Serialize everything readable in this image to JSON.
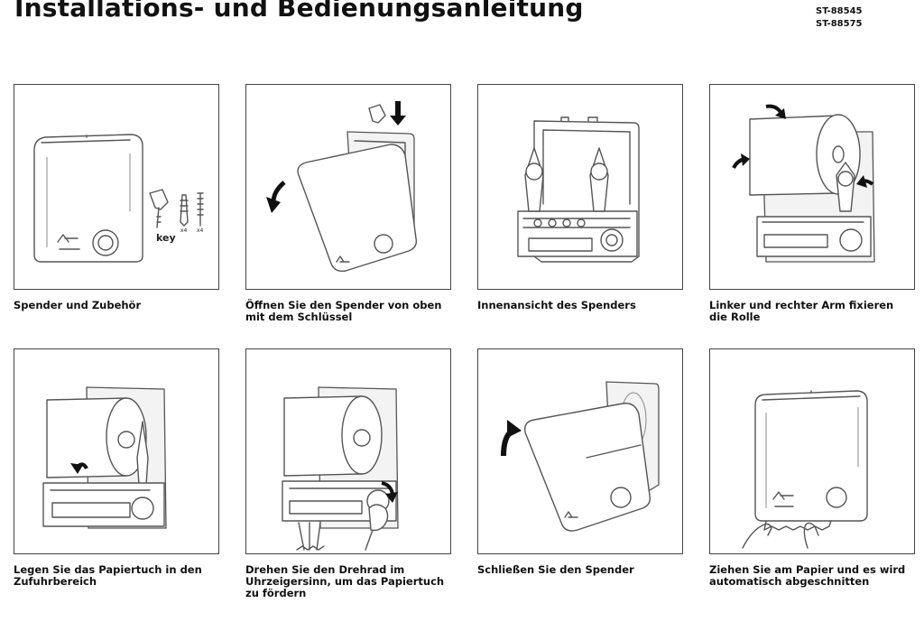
{
  "header": {
    "title": "Installations- und Bedienungsanleitung",
    "models": [
      "ST-88545",
      "ST-88575"
    ]
  },
  "steps": [
    {
      "caption": "Spender und Zubehör",
      "labels": {
        "key": "key",
        "qty1": "x4",
        "qty2": "x4"
      }
    },
    {
      "caption": "Öffnen Sie den Spender von oben mit dem Schlüssel"
    },
    {
      "caption": "Innenansicht des Spenders"
    },
    {
      "caption": "Linker und rechter Arm fixieren die Rolle"
    },
    {
      "caption": "Legen Sie das Papiertuch in den Zufuhrbereich"
    },
    {
      "caption": "Drehen Sie den Drehrad im Uhrzeigersinn, um das Papiertuch zu fördern"
    },
    {
      "caption": "Schließen Sie den Spender"
    },
    {
      "caption": "Ziehen Sie am Papier und es wird automatisch abgeschnitten"
    }
  ]
}
